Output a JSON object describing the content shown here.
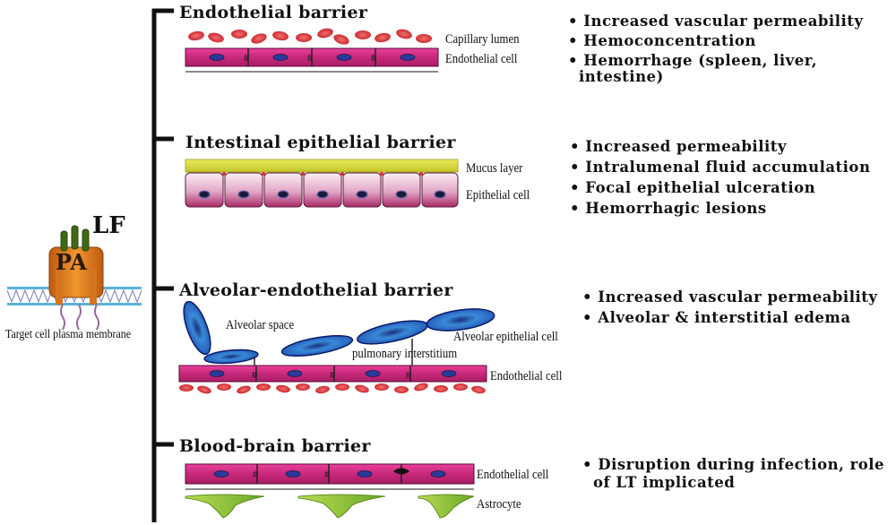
{
  "left_panel": {
    "lf_label": "LF",
    "pa_label": "PA",
    "membrane_caption": "Target cell plasma membrane"
  },
  "sections": [
    {
      "title": "Endothelial barrier",
      "labels": [
        "Capillary lumen",
        "Endothelial cell"
      ],
      "effects": [
        "Increased vascular permeability",
        "Hemoconcentration",
        "Hemorrhage (spleen, liver,"
      ],
      "effects_cont": "intestine)"
    },
    {
      "title": "Intestinal epithelial barrier",
      "labels": [
        "Mucus layer",
        "Epithelial cell"
      ],
      "effects": [
        "Increased permeability",
        "Intralumenal  fluid accumulation",
        "Focal epithelial ulceration",
        "Hemorrhagic lesions"
      ]
    },
    {
      "title": "Alveolar-endothelial barrier",
      "labels": [
        "Alveolar space",
        "Alveolar epithelial cell",
        "pulmonary interstitium",
        "Endothelial cell"
      ],
      "effects": [
        "Increased vascular permeability",
        "Alveolar & interstitial  edema"
      ]
    },
    {
      "title": "Blood-brain barrier",
      "labels": [
        "Endothelial cell",
        "Astrocyte"
      ],
      "effects": [
        "Disruption during infection, role"
      ],
      "effects_cont": "of LT implicated"
    }
  ],
  "colors": {
    "bracket": "#111111",
    "endothelium": "#c8287a",
    "red_blood_cell": "#d9252a",
    "mucus": "#d6d62a",
    "epithelium_top": "#f3dcea",
    "epithelium_bottom": "#b2306f",
    "alveolar_cell": "#2a63c8",
    "astrocyte": "#8cc63f",
    "nucleus": "#3a2a8a",
    "toxin_pa": "#e07a1a",
    "toxin_lf": "#4a7a1a",
    "membrane": "#5ab4d8"
  }
}
